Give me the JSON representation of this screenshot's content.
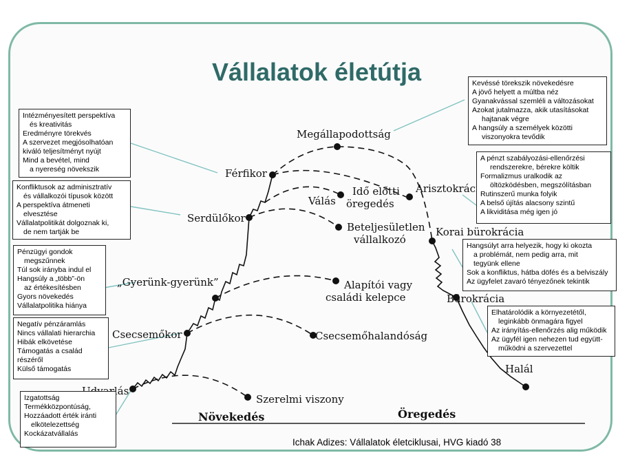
{
  "title": "Vállalatok életútja",
  "stages": {
    "udvarlas": "Udvarlás",
    "csecsemokor": "Csecsemőkor",
    "gyerunk": "„Gyerünk-gyerünk”",
    "serdulokor": "Serdülőkor",
    "ferfikor": "Férfikor",
    "megallapodottsag": "Megállapodottság",
    "arisztokracia": "Arisztokrácia",
    "korai_burokracia": "Korai bürokrácia",
    "burokracia": "Bürokrácia",
    "halal": "Halál"
  },
  "traps": {
    "szerelmi_viszony": "Szerelmi viszony",
    "csecsemohalandosag": "Csecsemőhalandóság",
    "alapitoi_1": "Alapítói vagy",
    "alapitoi_2": "családi kelepce",
    "beteljesuletlen_1": "Beteljesületlen",
    "beteljesuletlen_2": "vállalkozó",
    "valas": "Válás",
    "ido_elotti_1": "Idő előtti",
    "ido_elotti_2": "öregedés"
  },
  "axis": {
    "novekedes": "Növekedés",
    "oregedes": "Öregedés"
  },
  "credit": "Ichak Adizes: Vállalatok életciklusai, HVG kiadó 38",
  "boxes": {
    "udvarlas": [
      "Izgatottság",
      "Termékközpontúság,",
      "Hozzáadott érték iránti",
      "elkötelezettség",
      "Kockázatvállalás"
    ],
    "csecsemokor": [
      "Negatív pénzáramlás",
      "Nincs vállalati hierarchia",
      "Hibák elkövetése",
      "Támogatás a család",
      "részéről",
      "Külső támogatás"
    ],
    "gyerunk": [
      "Pénzügyi gondok",
      "megszűnnek",
      "Túl sok irányba indul el",
      "Hangsúly a „több”-ön",
      "az értékesítésben",
      "Gyors növekedés",
      "Vállalatpolitika hiánya"
    ],
    "serdulokor": [
      "Konfliktusok az adminisztratív",
      "és vállalkozói típusok között",
      "A perspektíva átmeneti",
      "elvesztése",
      "Vállalatpolitikát dolgoznak ki,",
      "de nem tartják be"
    ],
    "ferfikor": [
      "Intézményesített perspektíva",
      "és kreativitás",
      "Eredményre törekvés",
      "A szervezet megjósolhatóan",
      "kiváló teljesítményt nyújt",
      "Mind a bevétel, mind",
      "a nyereség növekszik"
    ],
    "megallapodottsag": [
      "Kevéssé törekszik növekedésre",
      "A jövő helyett a múltba néz",
      "Gyanakvással szemléli a változásokat",
      "Azokat jutalmazza, akik utasításokat",
      "hajtanak végre",
      "A hangsúly a személyek közötti",
      "viszonyokra tevődik"
    ],
    "arisztokracia": [
      "A pénzt szabályozási-ellenőrzési",
      "rendszerekre, bérekre költik",
      "Formalizmus uralkodik az",
      "öltözködésben, megszólításban",
      "Rutinszerű munka folyik",
      "A belső újítás alacsony szintű",
      "A likviditása még igen jó"
    ],
    "korai_burokracia": [
      "Hangsúlyt arra helyezik, hogy ki okozta",
      "a problémát, nem pedig arra, mit",
      "tegyünk ellene",
      "Sok a konfliktus, hátba döfés és a belviszály",
      "Az ügyfelet zavaró tényezőnek tekintik"
    ],
    "burokracia": [
      "Elhatárolódik a környezetétől,",
      "leginkább önmagára figyel",
      "Az irányítás-ellenőrzés alig működik",
      "Az ügyfél igen nehezen tud együtt-",
      "működni a szervezettel"
    ]
  }
}
